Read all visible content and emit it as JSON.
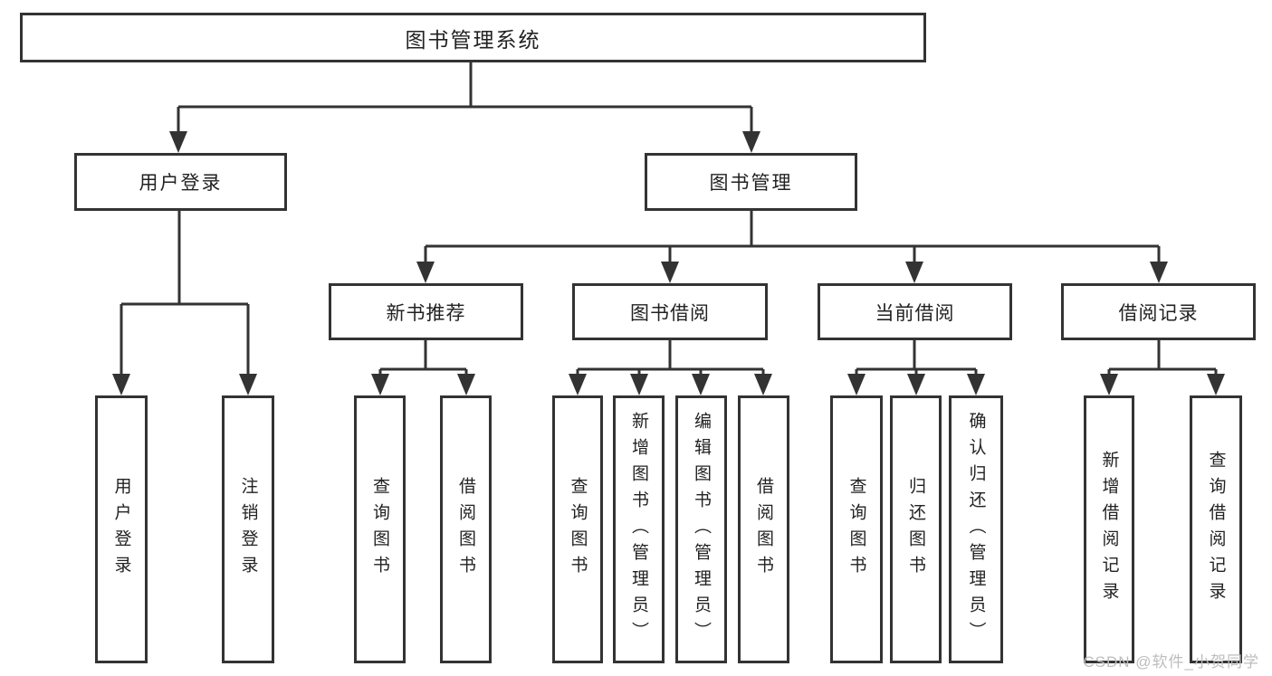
{
  "tree": {
    "label": "图书管理系统",
    "children": [
      {
        "label": "用户登录",
        "children": [
          {
            "label": "用户登录"
          },
          {
            "label": "注销登录"
          }
        ]
      },
      {
        "label": "图书管理",
        "children": [
          {
            "label": "新书推荐",
            "children": [
              {
                "label": "查询图书"
              },
              {
                "label": "借阅图书"
              }
            ]
          },
          {
            "label": "图书借阅",
            "children": [
              {
                "label": "查询图书"
              },
              {
                "label": "新增图书（管理员）"
              },
              {
                "label": "编辑图书（管理员）"
              },
              {
                "label": "借阅图书"
              }
            ]
          },
          {
            "label": "当前借阅",
            "children": [
              {
                "label": "查询图书"
              },
              {
                "label": "归还图书"
              },
              {
                "label": "确认归还（管理员）"
              }
            ]
          },
          {
            "label": "借阅记录",
            "children": [
              {
                "label": "新增借阅记录"
              },
              {
                "label": "查询借阅记录"
              }
            ]
          }
        ]
      }
    ]
  },
  "watermark": "CSDN @软件_小贺同学",
  "colors": {
    "line": "#333333",
    "box_background": "#ffffff",
    "text": "#222222",
    "watermark": "#bdbdbd"
  }
}
